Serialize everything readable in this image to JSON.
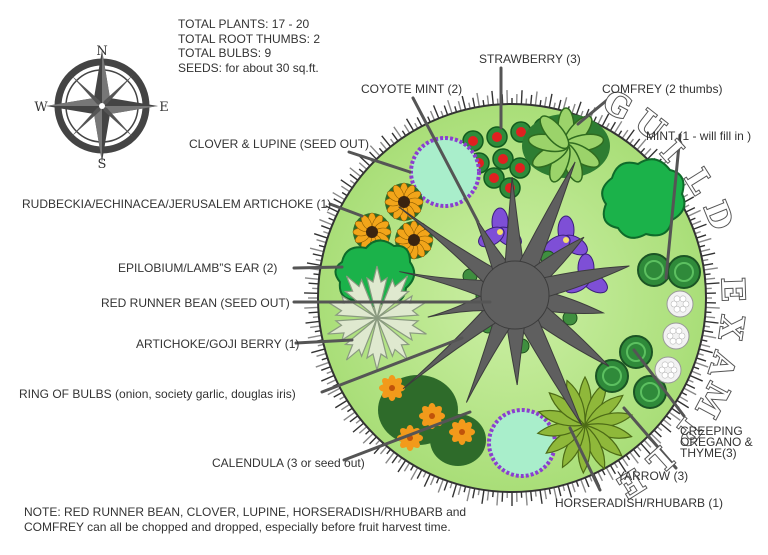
{
  "totals": [
    "TOTAL PLANTS: 17 - 20",
    "TOTAL ROOT THUMBS: 2",
    "TOTAL BULBS: 9",
    "SEEDS: for about 30 sq.ft."
  ],
  "compass": {
    "n": "N",
    "s": "S",
    "e": "E",
    "w": "W"
  },
  "title_letters": [
    "G",
    "U",
    "I",
    "L",
    "D",
    " ",
    "E",
    "X",
    "A",
    "M",
    "P",
    "L",
    "E"
  ],
  "labels": {
    "strawberry": "STRAWBERRY (3)",
    "coyote_mint": "COYOTE MINT (2)",
    "comfrey": "COMFREY (2 thumbs)",
    "clover_lupine": "CLOVER & LUPINE (SEED OUT)",
    "mint": "MINT (1 - will fill in )",
    "rudbeckia": "RUDBECKIA/ECHINACEA/JERUSALEM ARTICHOKE (1)",
    "epilobium": "EPILOBIUM/LAMB”S EAR (2)",
    "runner_bean": "RED RUNNER BEAN (SEED OUT)",
    "artichoke": "ARTICHOKE/GOJI BERRY (1)",
    "bulbs": "RING OF BULBS (onion, society garlic, douglas iris)",
    "calendula": "CALENDULA (3 or seed out)",
    "oregano_1": "CREEPING",
    "oregano_2": "OREGANO &",
    "oregano_3": "THYME(3)",
    "yarrow": "YARROW (3)",
    "horseradish": "HORSERADISH/RHUBARB (1)"
  },
  "note": [
    "NOTE: RED RUNNER BEAN, CLOVER, LUPINE,  HORSERADISH/RHUBARB and",
    "COMFREY can all be chopped and dropped, especially before fruit harvest time."
  ],
  "colors": {
    "ground": "#bde88e",
    "canopy": "#5f5f5f",
    "leader": "#555555",
    "flower_orange": "#f29a1b",
    "flower_purple": "#7e4fd6",
    "strawberry_red": "#e02020",
    "mint_green": "#1bb24a"
  }
}
